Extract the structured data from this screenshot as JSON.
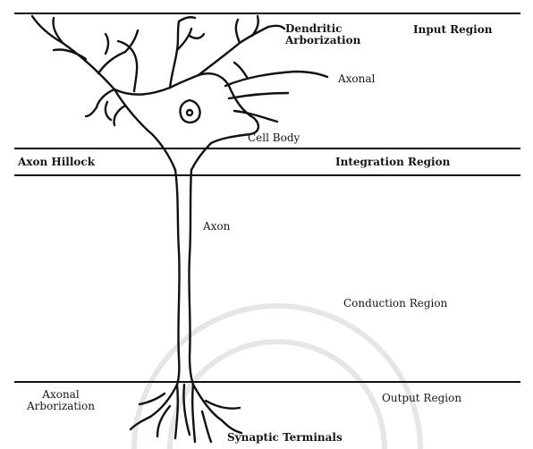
{
  "labels": {
    "dendritic_arborization": "Dendritic Arborization",
    "input_region": "Input Region",
    "axonal": "Axonal",
    "cell_body": "Cell Body",
    "axon_hillock": "Axon Hillock",
    "integration_region": "Integration Region",
    "axon": "Axon",
    "conduction_region": "Conduction Region",
    "axonal_arborization": "Axonal Arborization",
    "output_region": "Output Region",
    "synaptic_terminals": "Synaptic Terminals"
  },
  "colors": {
    "ink": "#111111",
    "background": "#ffffff",
    "watermark": "#e6e6e6"
  }
}
